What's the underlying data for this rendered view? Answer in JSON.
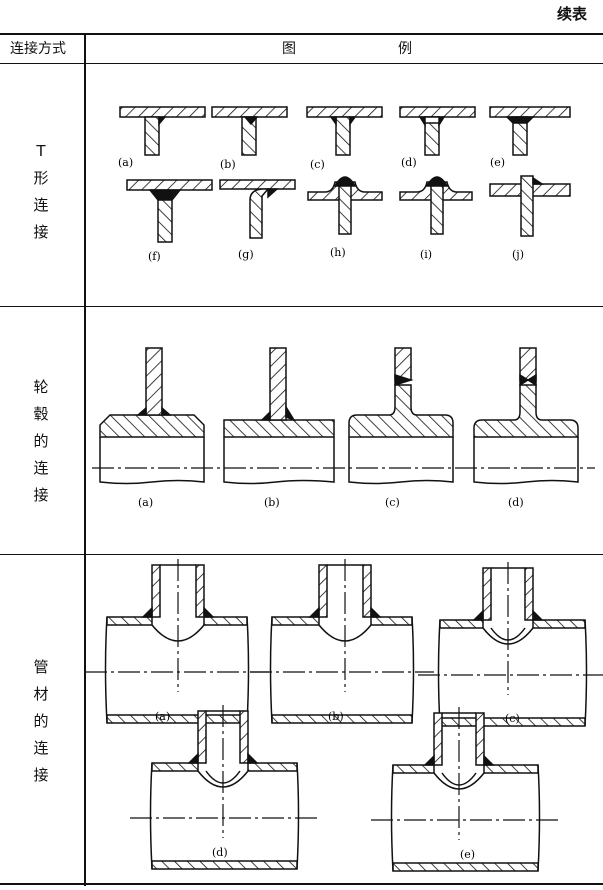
{
  "continuation_label": "续表",
  "header": {
    "col1": "连接方式",
    "col2_part1": "图",
    "col2_part2": "例"
  },
  "rows": [
    {
      "label_chars": [
        "T",
        "形",
        "连",
        "接"
      ],
      "captions": [
        "(a)",
        "(b)",
        "(c)",
        "(d)",
        "(e)",
        "(f)",
        "(g)",
        "(h)",
        "(i)",
        "(j)"
      ]
    },
    {
      "label_chars": [
        "轮",
        "毂",
        "的",
        "连",
        "接"
      ],
      "captions": [
        "(a)",
        "(b)",
        "(c)",
        "(d)"
      ]
    },
    {
      "label_chars": [
        "管",
        "材",
        "的",
        "连",
        "接"
      ],
      "captions": [
        "(a)",
        "(b)",
        "(c)",
        "(d)",
        "(e)"
      ]
    }
  ]
}
